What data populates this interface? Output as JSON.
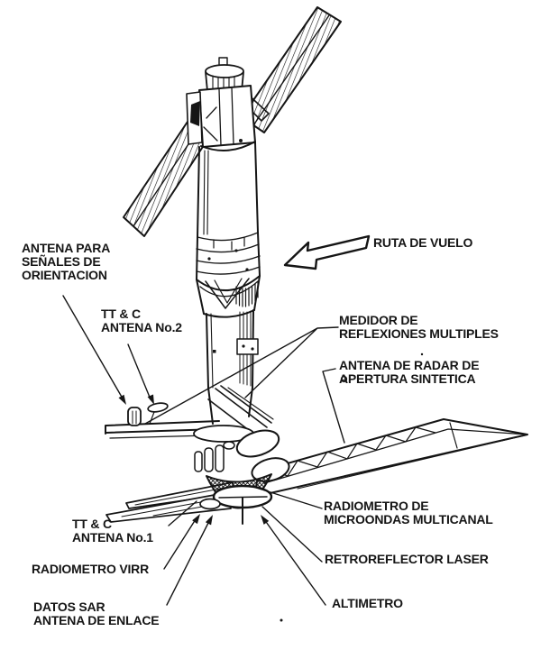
{
  "palette": {
    "ink": "#151515",
    "paper": "#ffffff"
  },
  "diagram": {
    "labels": {
      "antena_senales": {
        "lines": [
          "ANTENA PARA",
          "SEÑALES DE",
          "ORIENTACION"
        ]
      },
      "ttc_antena_2": {
        "lines": [
          "TT & C",
          "ANTENA No.2"
        ]
      },
      "ruta_de_vuelo": {
        "lines": [
          "RUTA DE VUELO"
        ]
      },
      "medidor_reflexiones": {
        "lines": [
          "MEDIDOR DE",
          "REFLEXIONES MULTIPLES"
        ]
      },
      "antena_radar": {
        "lines": [
          "ANTENA DE RADAR DE",
          "APERTURA SINTETICA"
        ]
      },
      "radiometro_microondas": {
        "lines": [
          "RADIOMETRO DE",
          "MICROONDAS MULTICANAL"
        ]
      },
      "ttc_antena_1": {
        "lines": [
          "TT & C",
          "ANTENA No.1"
        ]
      },
      "retroreflector_laser": {
        "lines": [
          "RETROREFLECTOR LASER"
        ]
      },
      "radiometro_virr": {
        "lines": [
          "RADIOMETRO VIRR"
        ]
      },
      "datos_sar": {
        "lines": [
          "DATOS SAR",
          "ANTENA DE ENLACE"
        ]
      },
      "altimetro": {
        "lines": [
          "ALTIMETRO"
        ]
      }
    }
  }
}
